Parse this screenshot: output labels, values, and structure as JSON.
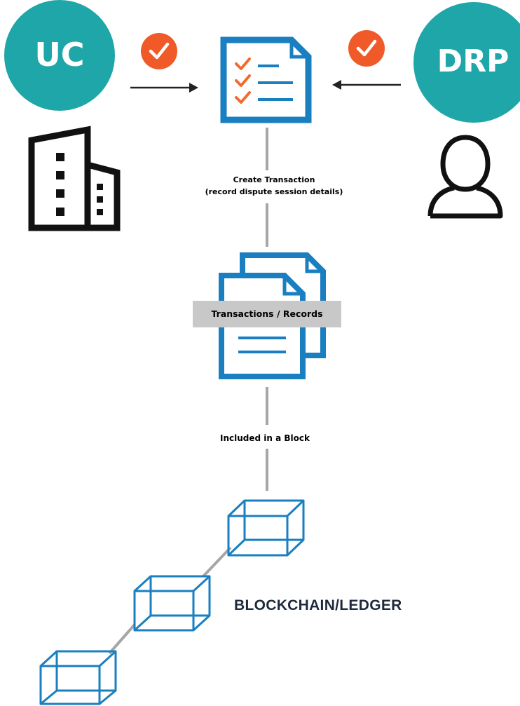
{
  "nodes": {
    "uc": {
      "label": "UC"
    },
    "drp": {
      "label": "DRP"
    }
  },
  "captions": {
    "create_transaction": {
      "line1": "Create Transaction",
      "line2": "(record dispute session details)"
    },
    "records": "Transactions / Records",
    "included_in_block": "Included in a Block",
    "ledger": "BLOCKCHAIN/LEDGER"
  },
  "icons": {
    "uc_party": "building-icon",
    "drp_party": "person-icon",
    "approval": "check-badge-icon",
    "document": "checklist-document-icon",
    "records": "stacked-documents-icon",
    "block": "cube-icon"
  },
  "colors": {
    "party_circle": "#1fa6a8",
    "check_badge": "#f05a28",
    "document_blue": "#1a7fc1",
    "checkmark_orange": "#f26a2e",
    "connector": "#a6a6a6",
    "ledger_text": "#1f2a3c",
    "records_band": "#c8c8c8"
  }
}
